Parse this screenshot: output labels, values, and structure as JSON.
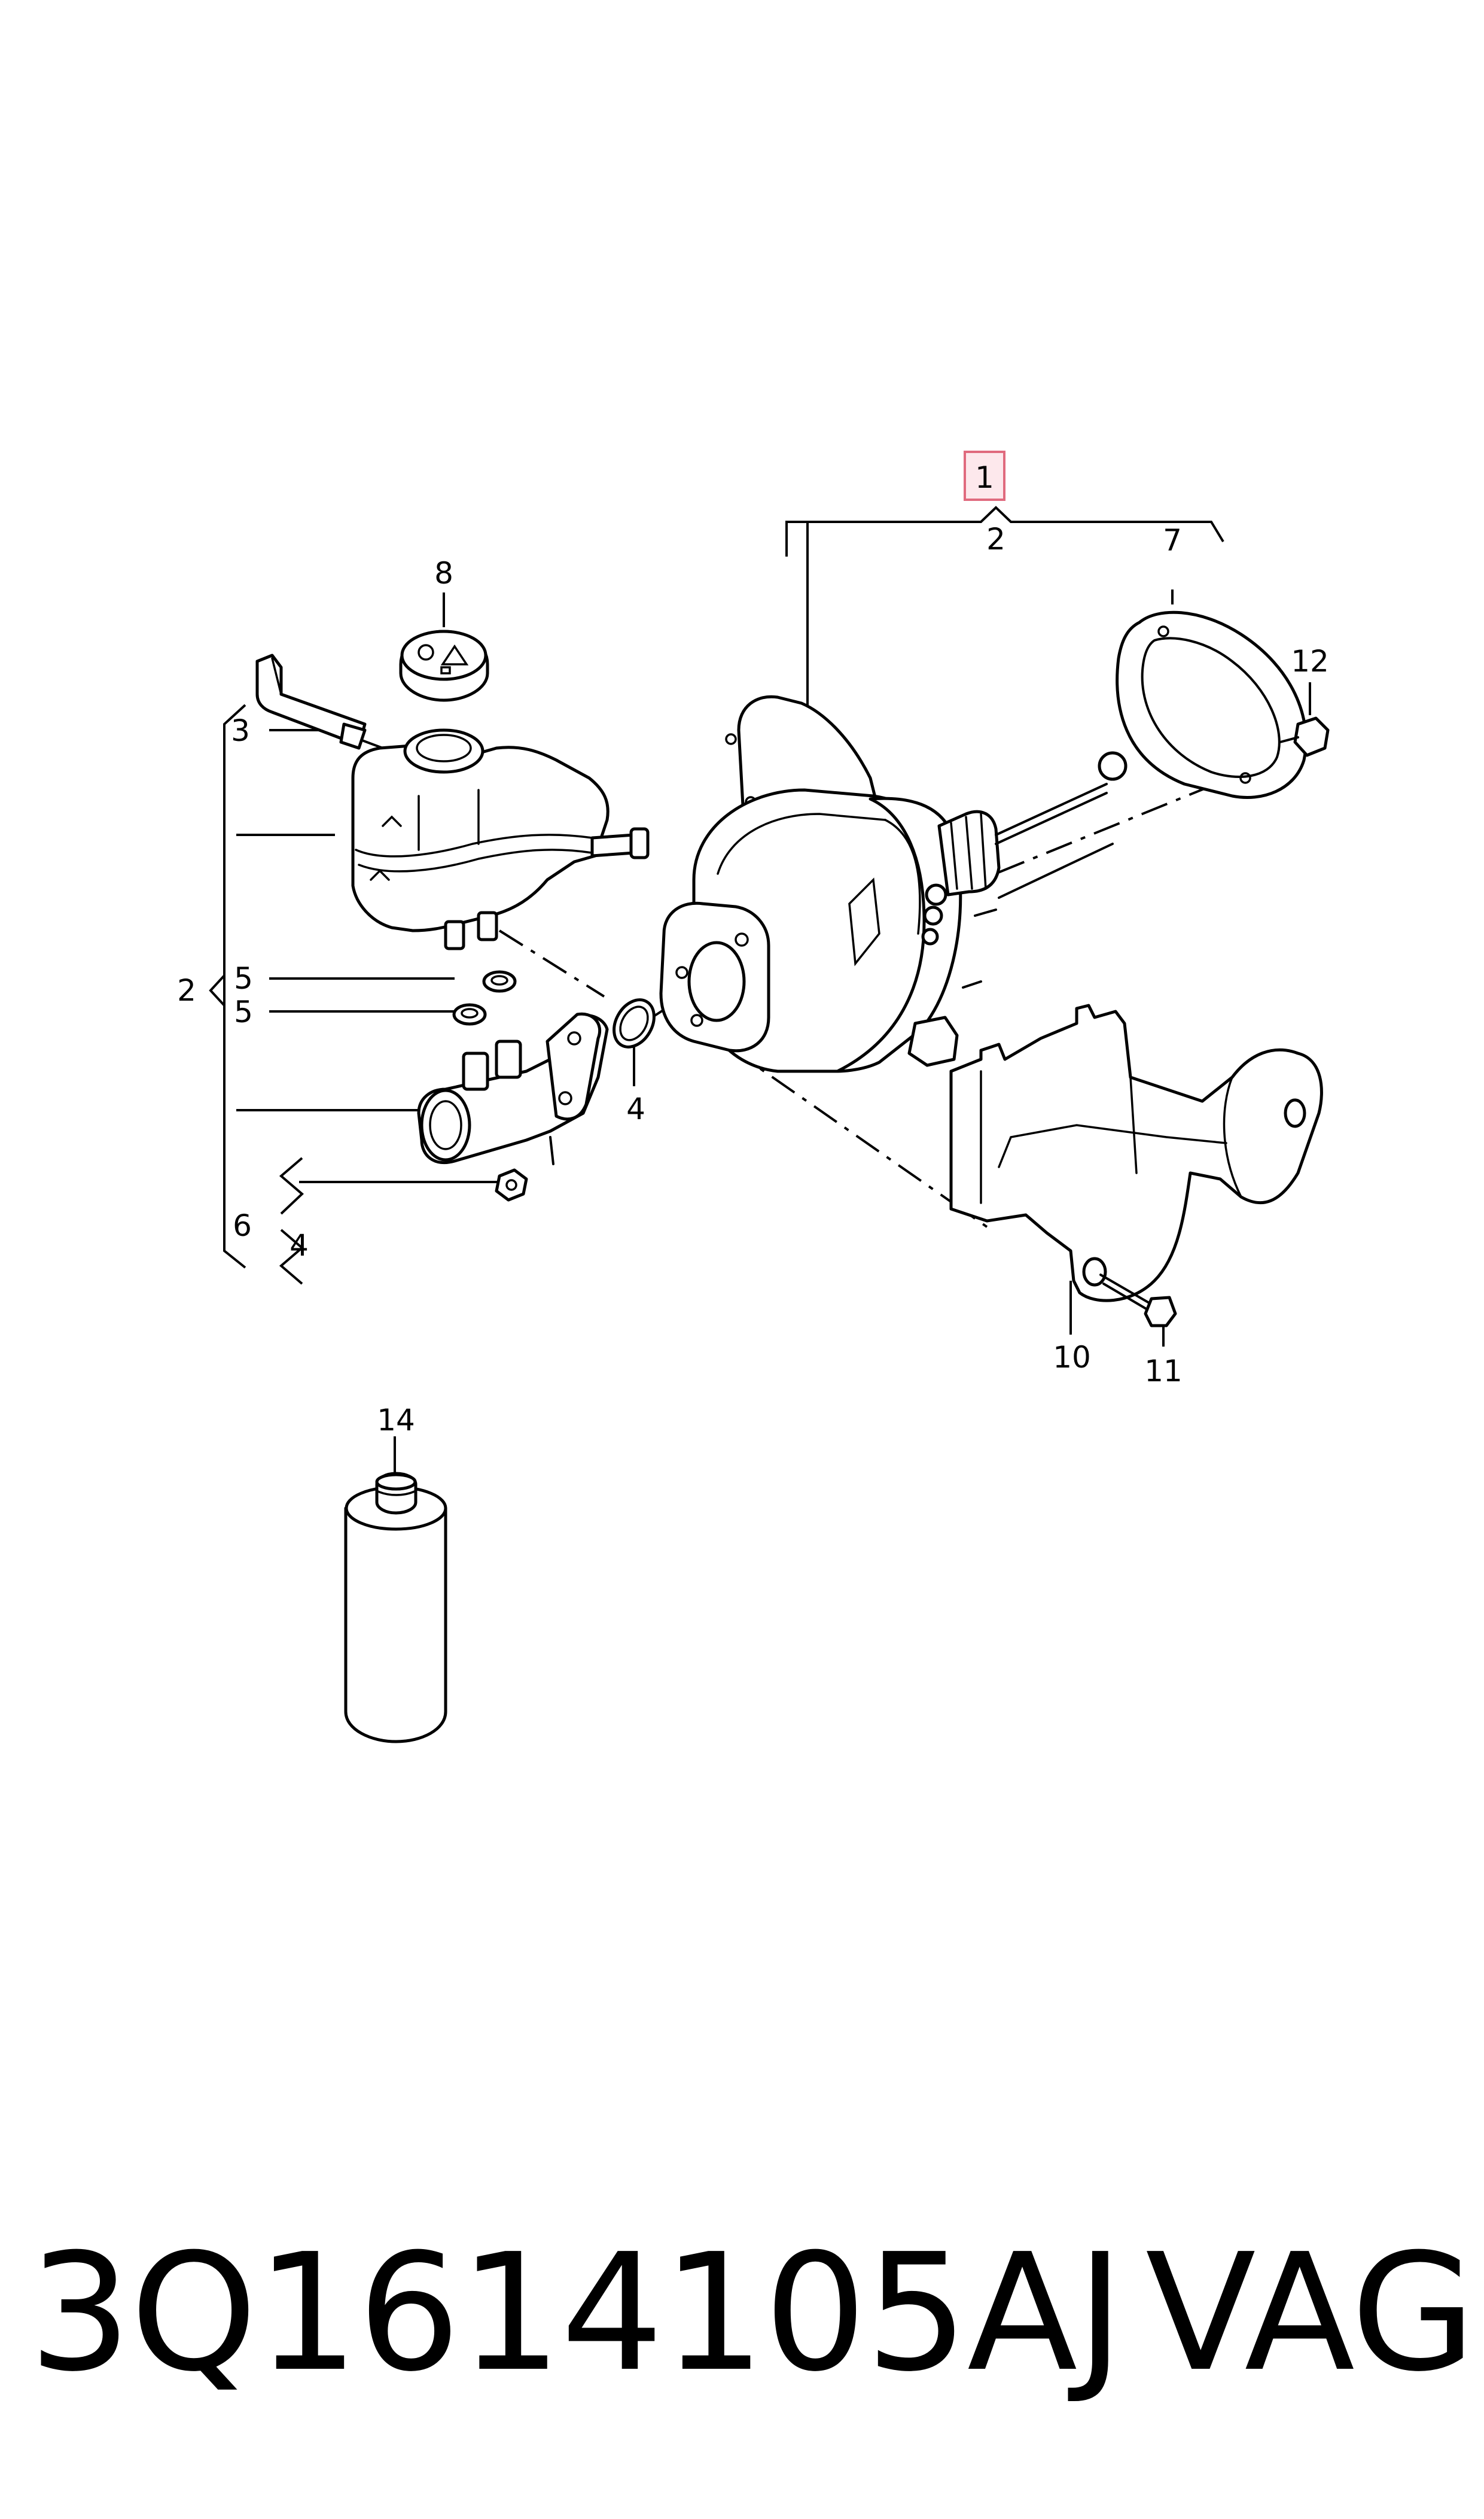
{
  "callouts": {
    "c1": "1",
    "c2_top": "2",
    "c2_left": "2",
    "c3": "3",
    "c4_ring": "4",
    "c4_bottom": "4",
    "c5_upper": "5",
    "c5_lower": "5",
    "c6": "6",
    "c7": "7",
    "c8": "8",
    "c10": "10",
    "c11": "11",
    "c12": "12",
    "c14": "14"
  },
  "footer": {
    "part_number": "3Q1614105AJ",
    "brand": "VAG"
  },
  "colors": {
    "highlight_fill": "#fde8ec",
    "highlight_stroke": "#e06a7e",
    "line": "#000000"
  }
}
